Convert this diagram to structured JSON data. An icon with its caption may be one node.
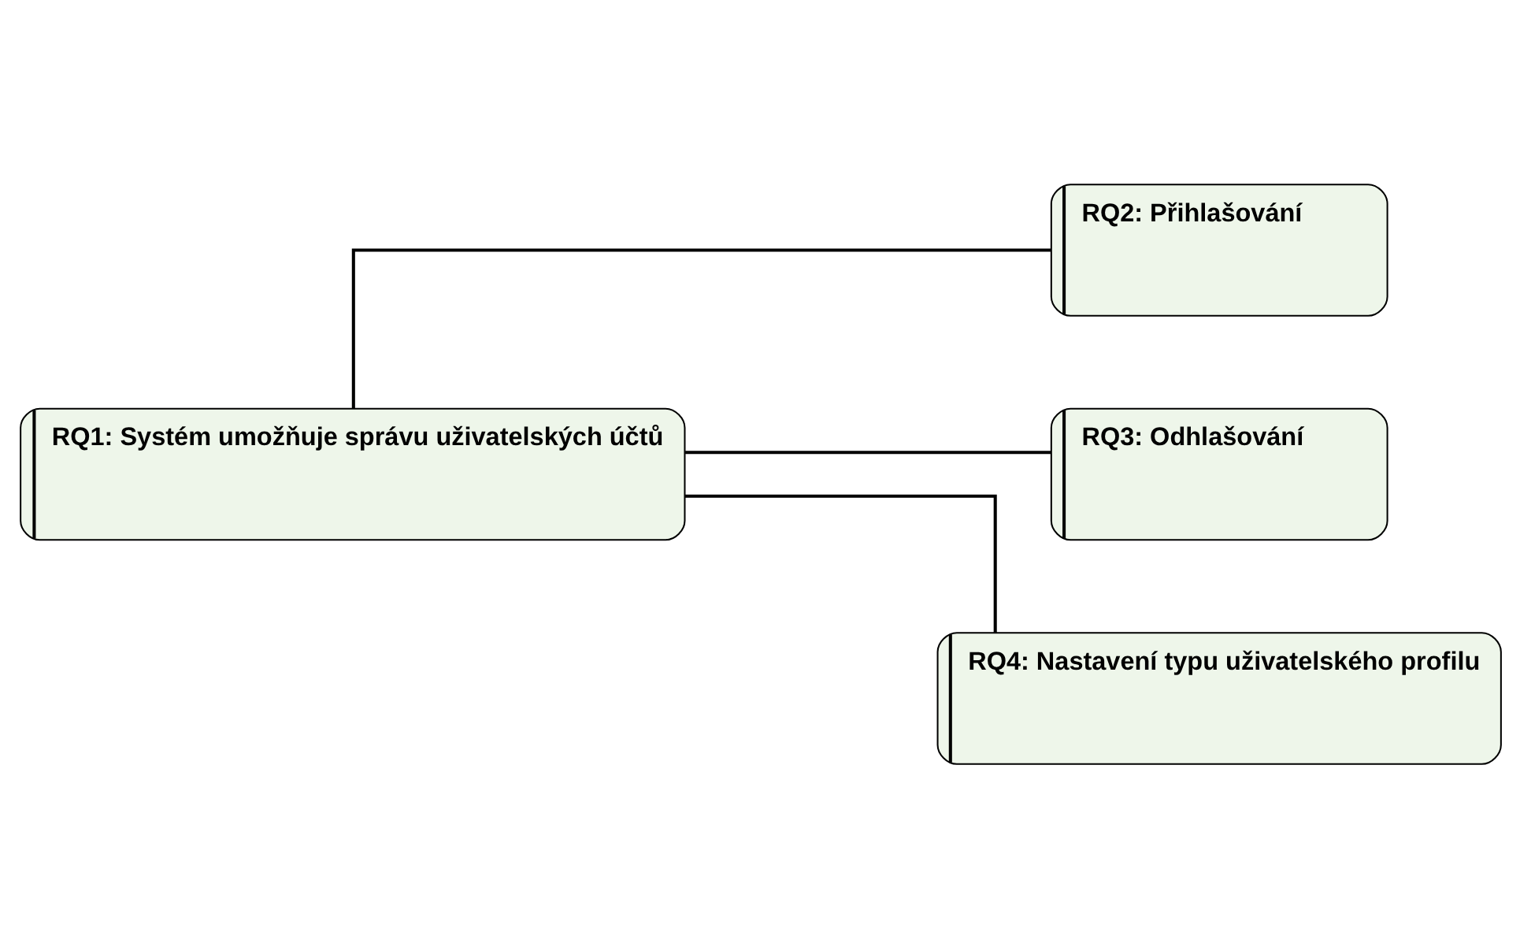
{
  "diagram": {
    "nodes": [
      {
        "text": [
          "RQ1: Systém umožňuje správu uživatelských účtů"
        ]
      },
      {
        "text": [
          "RQ2: Přihlašování"
        ]
      },
      {
        "text": [
          "RQ3: Odhlašování"
        ]
      },
      {
        "text": [
          "RQ4: Nastavení typu uživatelského profilu"
        ]
      }
    ],
    "edges": [
      {
        "from": 0,
        "to": 1,
        "arrow": "none"
      },
      {
        "from": 0,
        "to": 2,
        "arrow": "none"
      },
      {
        "from": 0,
        "to": 3,
        "arrow": "none"
      }
    ]
  }
}
